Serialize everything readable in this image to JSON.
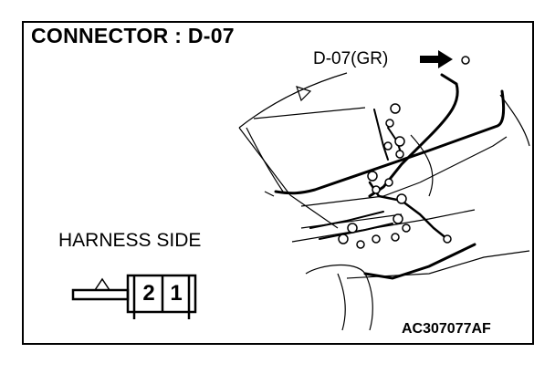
{
  "diagram": {
    "title": "CONNECTOR : D-07",
    "callout": "D-07(GR)",
    "side_label": "HARNESS SIDE",
    "figure_code": "AC307077AF",
    "connector_pins": [
      "2",
      "1"
    ]
  }
}
